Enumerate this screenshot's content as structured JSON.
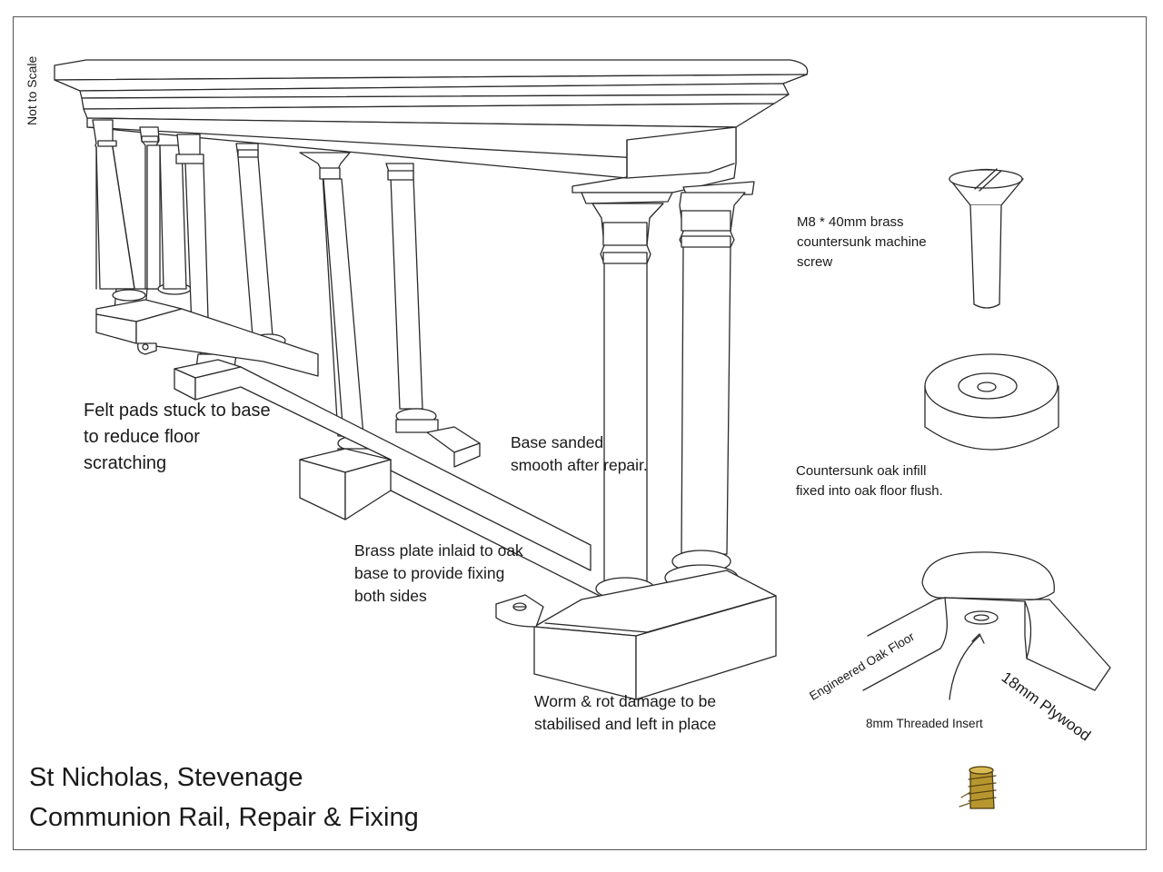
{
  "scale_note": "Not to Scale",
  "title": {
    "line1": "St Nicholas, Stevenage",
    "line2": "Communion Rail, Repair & Fixing"
  },
  "annotations": {
    "felt_pads": [
      "Felt pads stuck to base",
      "to reduce floor",
      "scratching"
    ],
    "base_sanded": [
      "Base sanded",
      "smooth after repair."
    ],
    "brass_plate": [
      "Brass plate inlaid to oak",
      "base to provide fixing",
      "both sides"
    ],
    "worm_rot": [
      "Worm & rot damage to be",
      "stabilised and left in place"
    ],
    "screw": [
      "M8 * 40mm brass",
      "countersunk machine",
      "screw"
    ],
    "oak_infill": [
      "Countersunk oak infill",
      "fixed into oak floor flush."
    ],
    "oak_floor": "Engineered Oak Floor",
    "plywood": "18mm Plywood",
    "threaded_insert": "8mm Threaded Insert"
  }
}
